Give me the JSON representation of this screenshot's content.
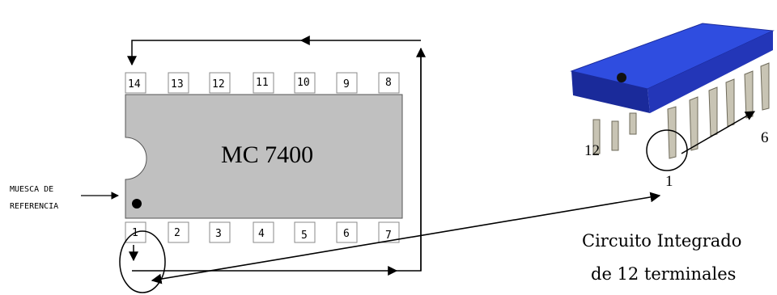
{
  "chip": {
    "name": "MC 7400",
    "top_pins": [
      "14",
      "13",
      "12",
      "11",
      "10",
      "9",
      "8"
    ],
    "bottom_pins": [
      "1",
      "2",
      "3",
      "4",
      "5",
      "6",
      "7"
    ],
    "notch_label_line1": "MUESCA DE",
    "notch_label_line2": "REFERENCIA"
  },
  "package": {
    "pin_label_12": "12",
    "pin_label_6": "6",
    "pin_label_1": "1"
  },
  "caption": {
    "line1": "Circuito Integrado",
    "line2": "de 12 terminales"
  },
  "colors": {
    "chip_body": "#c0c0c0",
    "package_blue": "#2f4de0",
    "package_dark": "#1a2a9a",
    "pin_metal": "#c8c4b4"
  }
}
